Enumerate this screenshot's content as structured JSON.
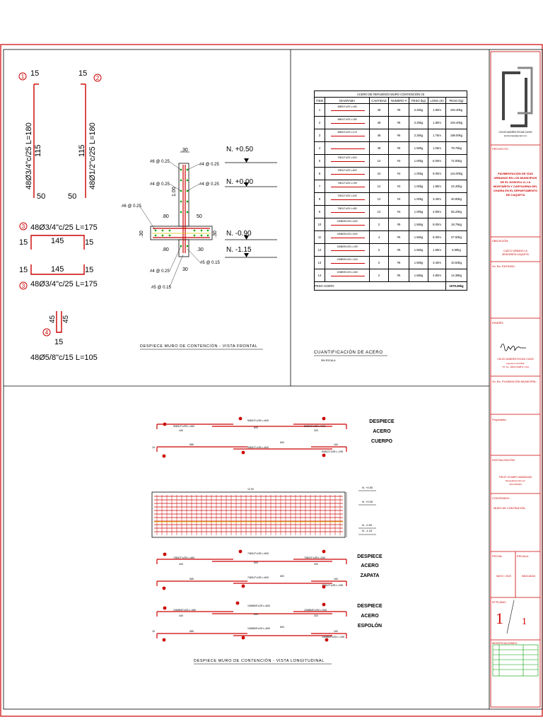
{
  "colors": {
    "border": "#cc0000",
    "line": "#000000",
    "steel": "#cc0000",
    "green": "#00aa00",
    "yellow": "#e0c000"
  },
  "bars_front": {
    "b1": {
      "num": "1",
      "top": "15",
      "bottom": "50",
      "vert": "115",
      "label": "48Ø3/4\"c/25  L=180"
    },
    "b2": {
      "num": "2",
      "top": "15",
      "bottom": "50",
      "vert": "115",
      "label": "48Ø1/2\"c/25  L=180"
    },
    "b3": {
      "num": "3",
      "label_top": "48Ø3/4\"c/25  L=175",
      "label_bottom": "48Ø3/4\"c/25  L=175",
      "left": "15",
      "mid": "145",
      "right": "15"
    },
    "b4": {
      "num": "4",
      "h1": "45",
      "h2": "45",
      "bottom": "15",
      "label": "48Ø5/8\"c/15  L=105"
    }
  },
  "section": {
    "callouts": [
      "#6 @ 0.25",
      "#4 @ 0.25",
      "#4 @ 0.25",
      "#4 @ 0.25",
      "#6 @ 0.25",
      "#4 @ 0.25",
      "#5 @ 0.15",
      "#5 @ 0.15"
    ],
    "dims": [
      ".30",
      "1.00",
      ".80",
      "50",
      ".30",
      ".30",
      ".80",
      ".30",
      "30"
    ],
    "levels": [
      "N.  +0.50",
      "N.  +0.00",
      "N.  -0.90",
      "N.  -1.15"
    ],
    "title": "DESPIECE MURO DE CONTENCIÓN - VISTA FRONTAL"
  },
  "table": {
    "title": "ACERO DE REFUERZO MURO CONTENCIÓN 03",
    "headers": [
      "ITEM",
      "DIAGRAMA",
      "CANTIDAD",
      "NUMERO #",
      "PESO (kg)",
      "LONG (m)",
      "PESO (kg)"
    ],
    "rows": [
      [
        "1",
        "48Ø3/4\"c/25  L=180",
        "48",
        "#6",
        "2.25kg",
        "1.80m",
        "194.40kg"
      ],
      [
        "2",
        "48Ø1/2\"c/25  L=180",
        "48",
        "#6",
        "2.25kg",
        "1.80m",
        "194.40kg"
      ],
      [
        "3",
        "48Ø3/4\"c/25  L=175",
        "48",
        "#6",
        "2.25kg",
        "1.75m",
        "189.00kg"
      ],
      [
        "4",
        "",
        "48",
        "#5",
        "1.56kg",
        "1.05m",
        "78.75kg"
      ],
      [
        "5",
        "70Ø1/2\"c/25  L=600",
        "12",
        "#4",
        "1.00kg",
        "6.00m",
        "72.00kg"
      ],
      [
        "6",
        "70Ø1/2\"c/25  L=600",
        "24",
        "#4",
        "1.00kg",
        "6.00m",
        "144.00kg"
      ],
      [
        "7",
        "70Ø1/2\"c/25  L=195",
        "12",
        "#4",
        "1.00kg",
        "1.95m",
        "23.40kg"
      ],
      [
        "8",
        "70Ø1/2\"c/25  L=340",
        "12",
        "#4",
        "1.00kg",
        "3.40m",
        "40.80kg"
      ],
      [
        "9",
        "70Ø1/2\"c/25  L=480",
        "12",
        "#4",
        "1.00kg",
        "4.80m",
        "55.20kg"
      ],
      [
        "10",
        "105Ø5/8\"c/25  L=600",
        "2",
        "#5",
        "1.56kg",
        "6.00m",
        "18.75kg"
      ],
      [
        "11",
        "105Ø5/8\"c/25  L=600",
        "4",
        "#5",
        "1.56kg",
        "6.00m",
        "37.50kg"
      ],
      [
        "12",
        "105Ø5/8\"c/25  L=195",
        "2",
        "#5",
        "1.56kg",
        "1.95m",
        "6.09kg"
      ],
      [
        "13",
        "105Ø5/8\"c/25  L=340",
        "2",
        "#5",
        "1.56kg",
        "3.40m",
        "10.63kg"
      ],
      [
        "14",
        "105Ø5/8\"c/25  L=480",
        "2",
        "#5",
        "1.56kg",
        "4.80m",
        "14.38kg"
      ]
    ],
    "total_label": "PESO ACERO",
    "total_value": "1079.29kg",
    "caption": "CUANTIFICACIÓN DE ACERO",
    "caption_sub": "SIN ESCALA"
  },
  "long": {
    "groups": [
      {
        "title": [
          "DESPIECE",
          "ACERO",
          "CUERPO"
        ],
        "label_a": "50Ø1/2\"c/25  L=460",
        "label_b": "50Ø1/2\"c/25  L=600",
        "label_c": "50Ø1/2\"c/25  L=340",
        "label_d": "50Ø1/2\"c/25  L=600",
        "label_e": "50Ø1/2\"c/25  L=195"
      },
      {
        "title": [
          "DESPIECE",
          "ACERO",
          "ZAPATA"
        ],
        "label_a": "70Ø1/2\"c/25  L=460",
        "label_b": "70Ø1/2\"c/25  L=600",
        "label_c": "70Ø1/2\"c/25  L=340",
        "label_d": "70Ø1/2\"c/25  L=600",
        "label_e": "70Ø1/2\"c/25  L=195"
      },
      {
        "title": [
          "DESPIECE",
          "ACERO",
          "ESPOLÓN"
        ],
        "label_a": "105Ø5/8\"c/25  L=460",
        "label_b": "105Ø5/8\"c/25  L=600",
        "label_c": "105Ø5/8\"c/25  L=340",
        "label_d": "105Ø5/8\"c/25  L=600",
        "label_e": "105Ø5/8\"c/25  L=195"
      }
    ],
    "dims": [
      "440",
      "600",
      "320",
      "585",
      "600",
      "160",
      "50",
      "15"
    ],
    "elev_levels": [
      "N.  +0.50",
      "N.  +0.00",
      "N.  -0.90",
      "N.  -1.15"
    ],
    "elev_top": "12.00",
    "title": "DESPIECE MURO DE CONTENCIÓN - VISTA LONGITUDINAL"
  },
  "titleblock": {
    "author_small": "CELSO ANDRES ROJAS CUSIS",
    "author_email": "andresrojas@gmail.com",
    "proyecto_label": "PROYECTO:",
    "proyecto": "PAVIMENTACIÓN DE VÍAS URBANAS EN LOS MUNICIPIOS DE EL DONCELLO, LA MONTAÑITA Y CARTAGENA DEL CHAIRA EN EL DEPARTAMENTO DE CAQUETÁ",
    "ubicacion_label": "UBICACIÓN:",
    "ubicacion": "CASCO URBANO LA MONTAÑITA CAQUETÁ",
    "vobo_entidad": "Vo. Bo. ENTIDAD :",
    "diseno_label": "DISEÑÓ:",
    "designer": "CELSO ANDRES ROJAS CUSIS",
    "designer_role": "Ingeniero Civil MSc",
    "designer_tp": "T.P. No. 18202-390871 CAQ",
    "vobo_plan": "Vo. Bo. PLANEACIÓN MUNICIPAL:",
    "propietario_label": "Propietario:",
    "digitalizacion_label": "DIGITALIZACIÓN:",
    "digitalizador": "FIRLEY OCAMPO HAMDADUDI",
    "digitalizador_email": "firkoop@hotmail.com",
    "digitalizador_num": "310-6150044",
    "contenido_label": "CONTENIDO:",
    "contenido": "MURO DE CONTENCIÓN.",
    "fecha_label": "FECHA:",
    "escala_label": "ESCALA:",
    "fecha": "MAYO / 2020",
    "escala": "INDICADAS",
    "plano_label": "Nº PLANO:",
    "plano_num": "1",
    "plano_total": "1",
    "modificaciones_label": "MODIFICACIONES:"
  }
}
